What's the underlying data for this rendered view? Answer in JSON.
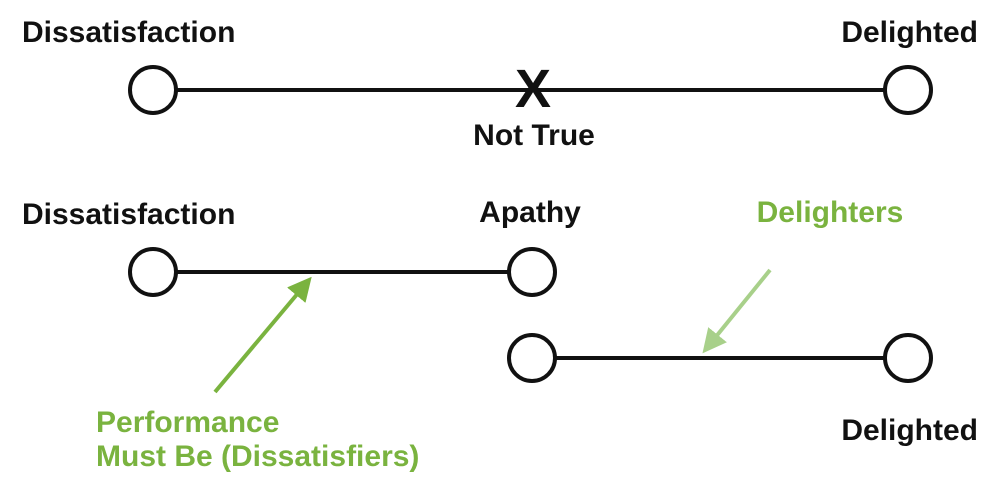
{
  "labels": {
    "top_left": "Dissatisfaction",
    "top_right": "Delighted",
    "top_middle_mark": "X",
    "top_middle": "Not True",
    "mid_left": "Dissatisfaction",
    "mid_center": "Apathy",
    "mid_right": "Delighters",
    "bottom_right": "Delighted",
    "performance_line1": "Performance",
    "performance_line2": "Must Be (Dissatisfiers)"
  },
  "colors": {
    "ink": "#111111",
    "green": "#7ab33f",
    "green_light": "#a8d08a"
  }
}
